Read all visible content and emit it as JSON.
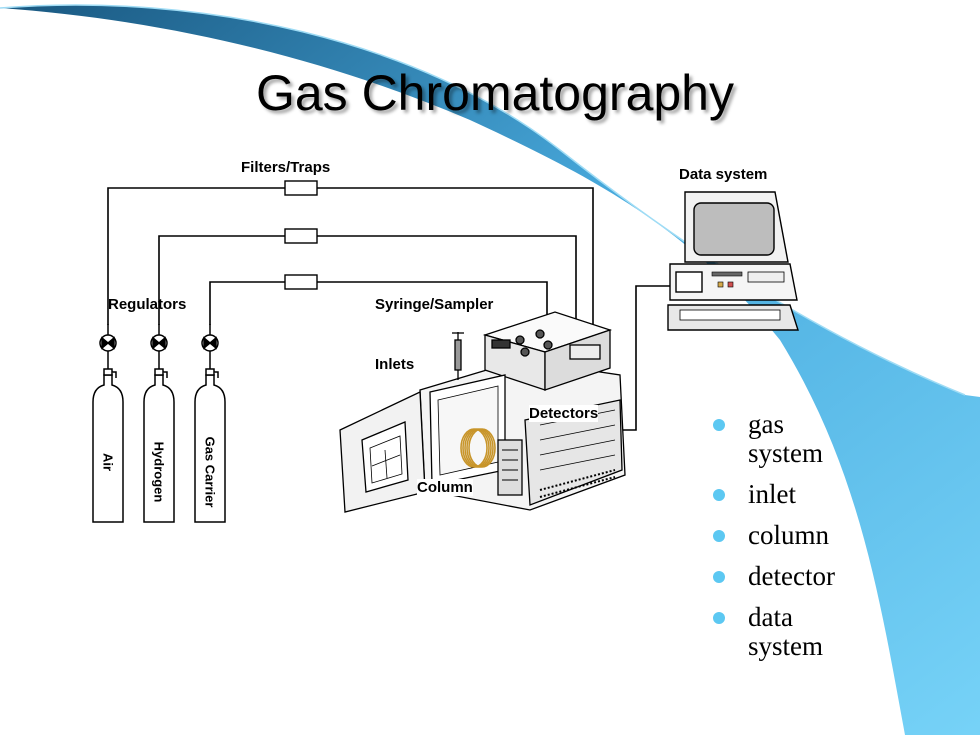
{
  "slide": {
    "title": "Gas Chromatography"
  },
  "diagram": {
    "filters_label": "Filters/Traps",
    "data_system_label": "Data system",
    "regulators_label": "Regulators",
    "syringe_label": "Syringe/Sampler",
    "inlets_label": "Inlets",
    "detectors_label": "Detectors",
    "column_label": "Column",
    "cylinders": [
      "Air",
      "Hydrogen",
      "Gas Carrier"
    ]
  },
  "bullets": [
    "gas system",
    "inlet",
    "column",
    "detector",
    "data system"
  ],
  "colors": {
    "accent_light": "#66ccf5",
    "accent_dark": "#1a6fa3",
    "bullet": "#5cc8f2",
    "column_coil": "#c8952a"
  }
}
